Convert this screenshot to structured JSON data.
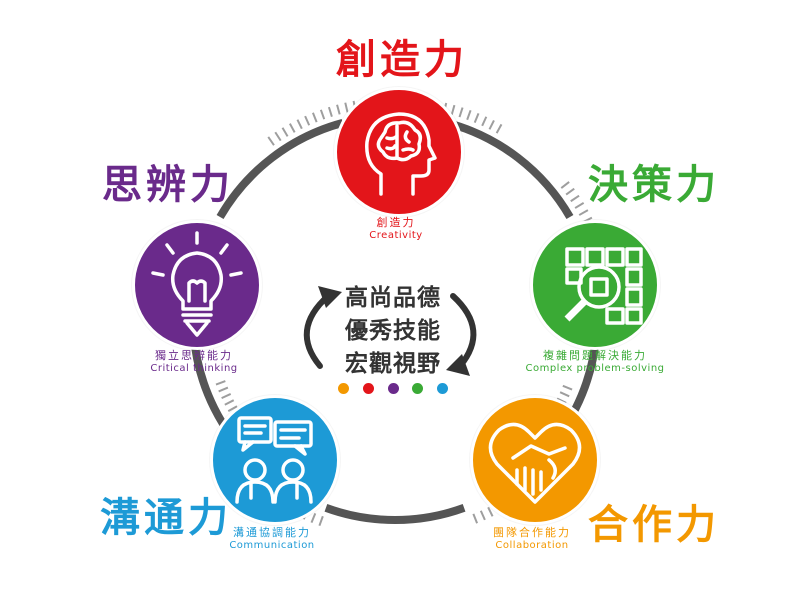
{
  "center": {
    "lines": [
      "高尚品德",
      "優秀技能",
      "宏觀視野"
    ]
  },
  "nodes": [
    {
      "key": "creativity",
      "title": "創造力",
      "zh": "創造力",
      "en": "Creativity",
      "color": "#e3151a",
      "icon": "brain-head-icon"
    },
    {
      "key": "problem-solving",
      "title": "決策力",
      "zh": "複雜問題解決能力",
      "en": "Complex problem-solving",
      "color": "#3aaa35",
      "icon": "magnifier-grid-icon"
    },
    {
      "key": "collaboration",
      "title": "合作力",
      "zh": "團隊合作能力",
      "en": "Collaboration",
      "color": "#f39800",
      "icon": "handshake-heart-icon"
    },
    {
      "key": "communication",
      "title": "溝通力",
      "zh": "溝通協調能力",
      "en": "Communication",
      "color": "#1d9ad6",
      "icon": "people-chat-icon"
    },
    {
      "key": "critical-thinking",
      "title": "思辨力",
      "zh": "獨立思辨能力",
      "en": "Critical thinking",
      "color": "#6a2a8b",
      "icon": "lightbulb-icon"
    }
  ],
  "dot_colors": [
    "#f39800",
    "#e3151a",
    "#6a2a8b",
    "#3aaa35",
    "#1d9ad6"
  ]
}
